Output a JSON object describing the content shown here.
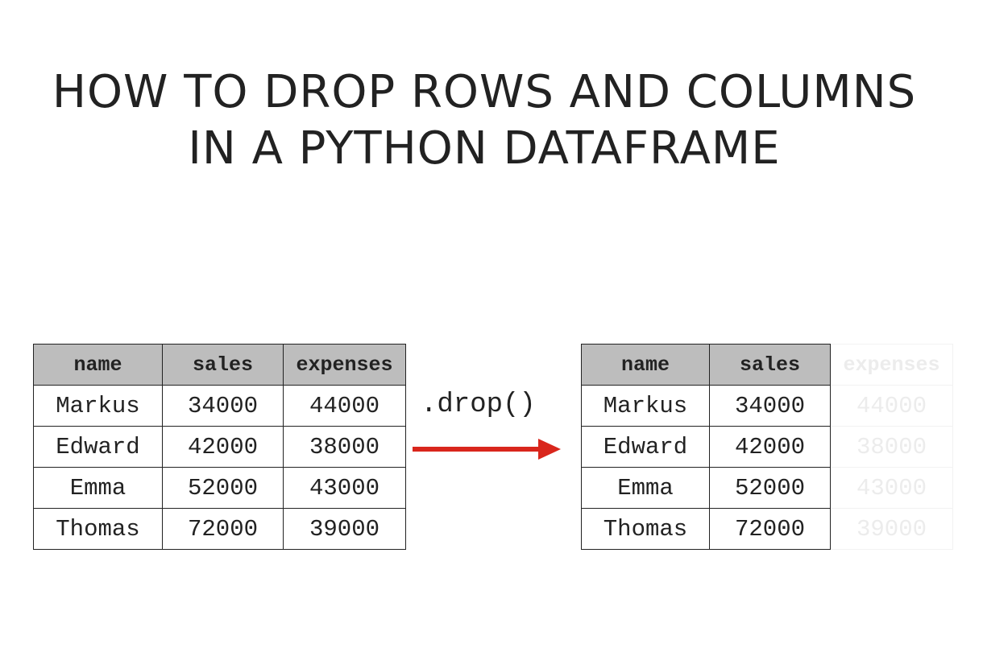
{
  "title": {
    "line1": "HOW TO DROP ROWS AND COLUMNS",
    "line2": "IN A PYTHON DATAFRAME"
  },
  "left_table": {
    "headers": [
      "name",
      "sales",
      "expenses"
    ],
    "rows": [
      [
        "Markus",
        "34000",
        "44000"
      ],
      [
        "Edward",
        "42000",
        "38000"
      ],
      [
        "Emma",
        "52000",
        "43000"
      ],
      [
        "Thomas",
        "72000",
        "39000"
      ]
    ]
  },
  "method_label": ".drop()",
  "arrow": {
    "color": "#d9261c"
  },
  "right_table": {
    "headers": [
      "name",
      "sales",
      "expenses"
    ],
    "dropped_column": "expenses",
    "rows": [
      [
        "Markus",
        "34000",
        "44000"
      ],
      [
        "Edward",
        "42000",
        "38000"
      ],
      [
        "Emma",
        "52000",
        "43000"
      ],
      [
        "Thomas",
        "72000",
        "39000"
      ]
    ]
  }
}
